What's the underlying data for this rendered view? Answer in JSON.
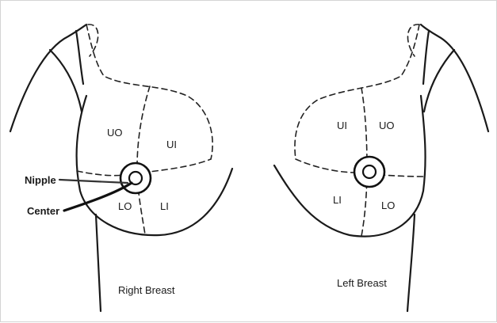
{
  "right_breast": {
    "caption": "Right Breast",
    "quadrants": {
      "upper_outer": "UO",
      "upper_inner": "UI",
      "lower_outer": "LO",
      "lower_inner": "LI"
    },
    "callouts": {
      "nipple": "Nipple",
      "center": "Center"
    }
  },
  "left_breast": {
    "caption": "Left Breast",
    "quadrants": {
      "upper_inner": "UI",
      "upper_outer": "UO",
      "lower_inner": "LI",
      "lower_outer": "LO"
    }
  }
}
